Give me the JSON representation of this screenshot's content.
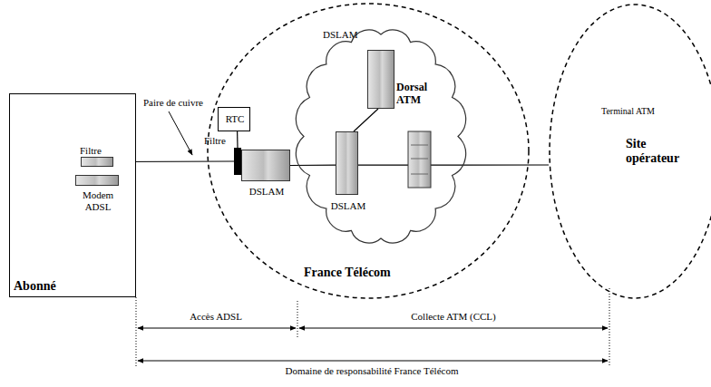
{
  "diagram": {
    "nodes": [
      {
        "text": [
          "Abonné"
        ]
      },
      {
        "text": [
          "Filtre"
        ],
        "in": 0
      },
      {
        "text": [
          "Modem ADSL"
        ],
        "in": 0
      },
      {
        "text": [
          "France Télécom"
        ]
      },
      {
        "text": [
          "RTC"
        ],
        "in": 3
      },
      {
        "text": [
          "Filtre"
        ],
        "in": 3
      },
      {
        "text": [
          "DSLAM"
        ],
        "in": 3
      },
      {
        "text": [
          "Dorsal ATM"
        ],
        "in": 3
      },
      {
        "text": [
          "DSLAM"
        ],
        "in": 7
      },
      {
        "text": [
          "DSLAM"
        ],
        "in": 7
      },
      {
        "text": [
          "Terminal ATM",
          "Site opérateur"
        ]
      }
    ],
    "edges": [
      {
        "from": 2,
        "to": 1,
        "arrow": "none"
      },
      {
        "from": 1,
        "to": 5,
        "arrow": "none"
      },
      {
        "from": 4,
        "to": 5,
        "arrow": "none"
      },
      {
        "from": 6,
        "to": 9,
        "arrow": "none"
      },
      {
        "from": 9,
        "to": 8,
        "arrow": "none"
      },
      {
        "from": 9,
        "to": 10,
        "arrow": "none"
      }
    ],
    "labels": [
      "Paire de cuivre",
      "Accès ADSL",
      "Collecte ATM (CCL)",
      "Domaine de responsabilité France Télécom"
    ]
  }
}
